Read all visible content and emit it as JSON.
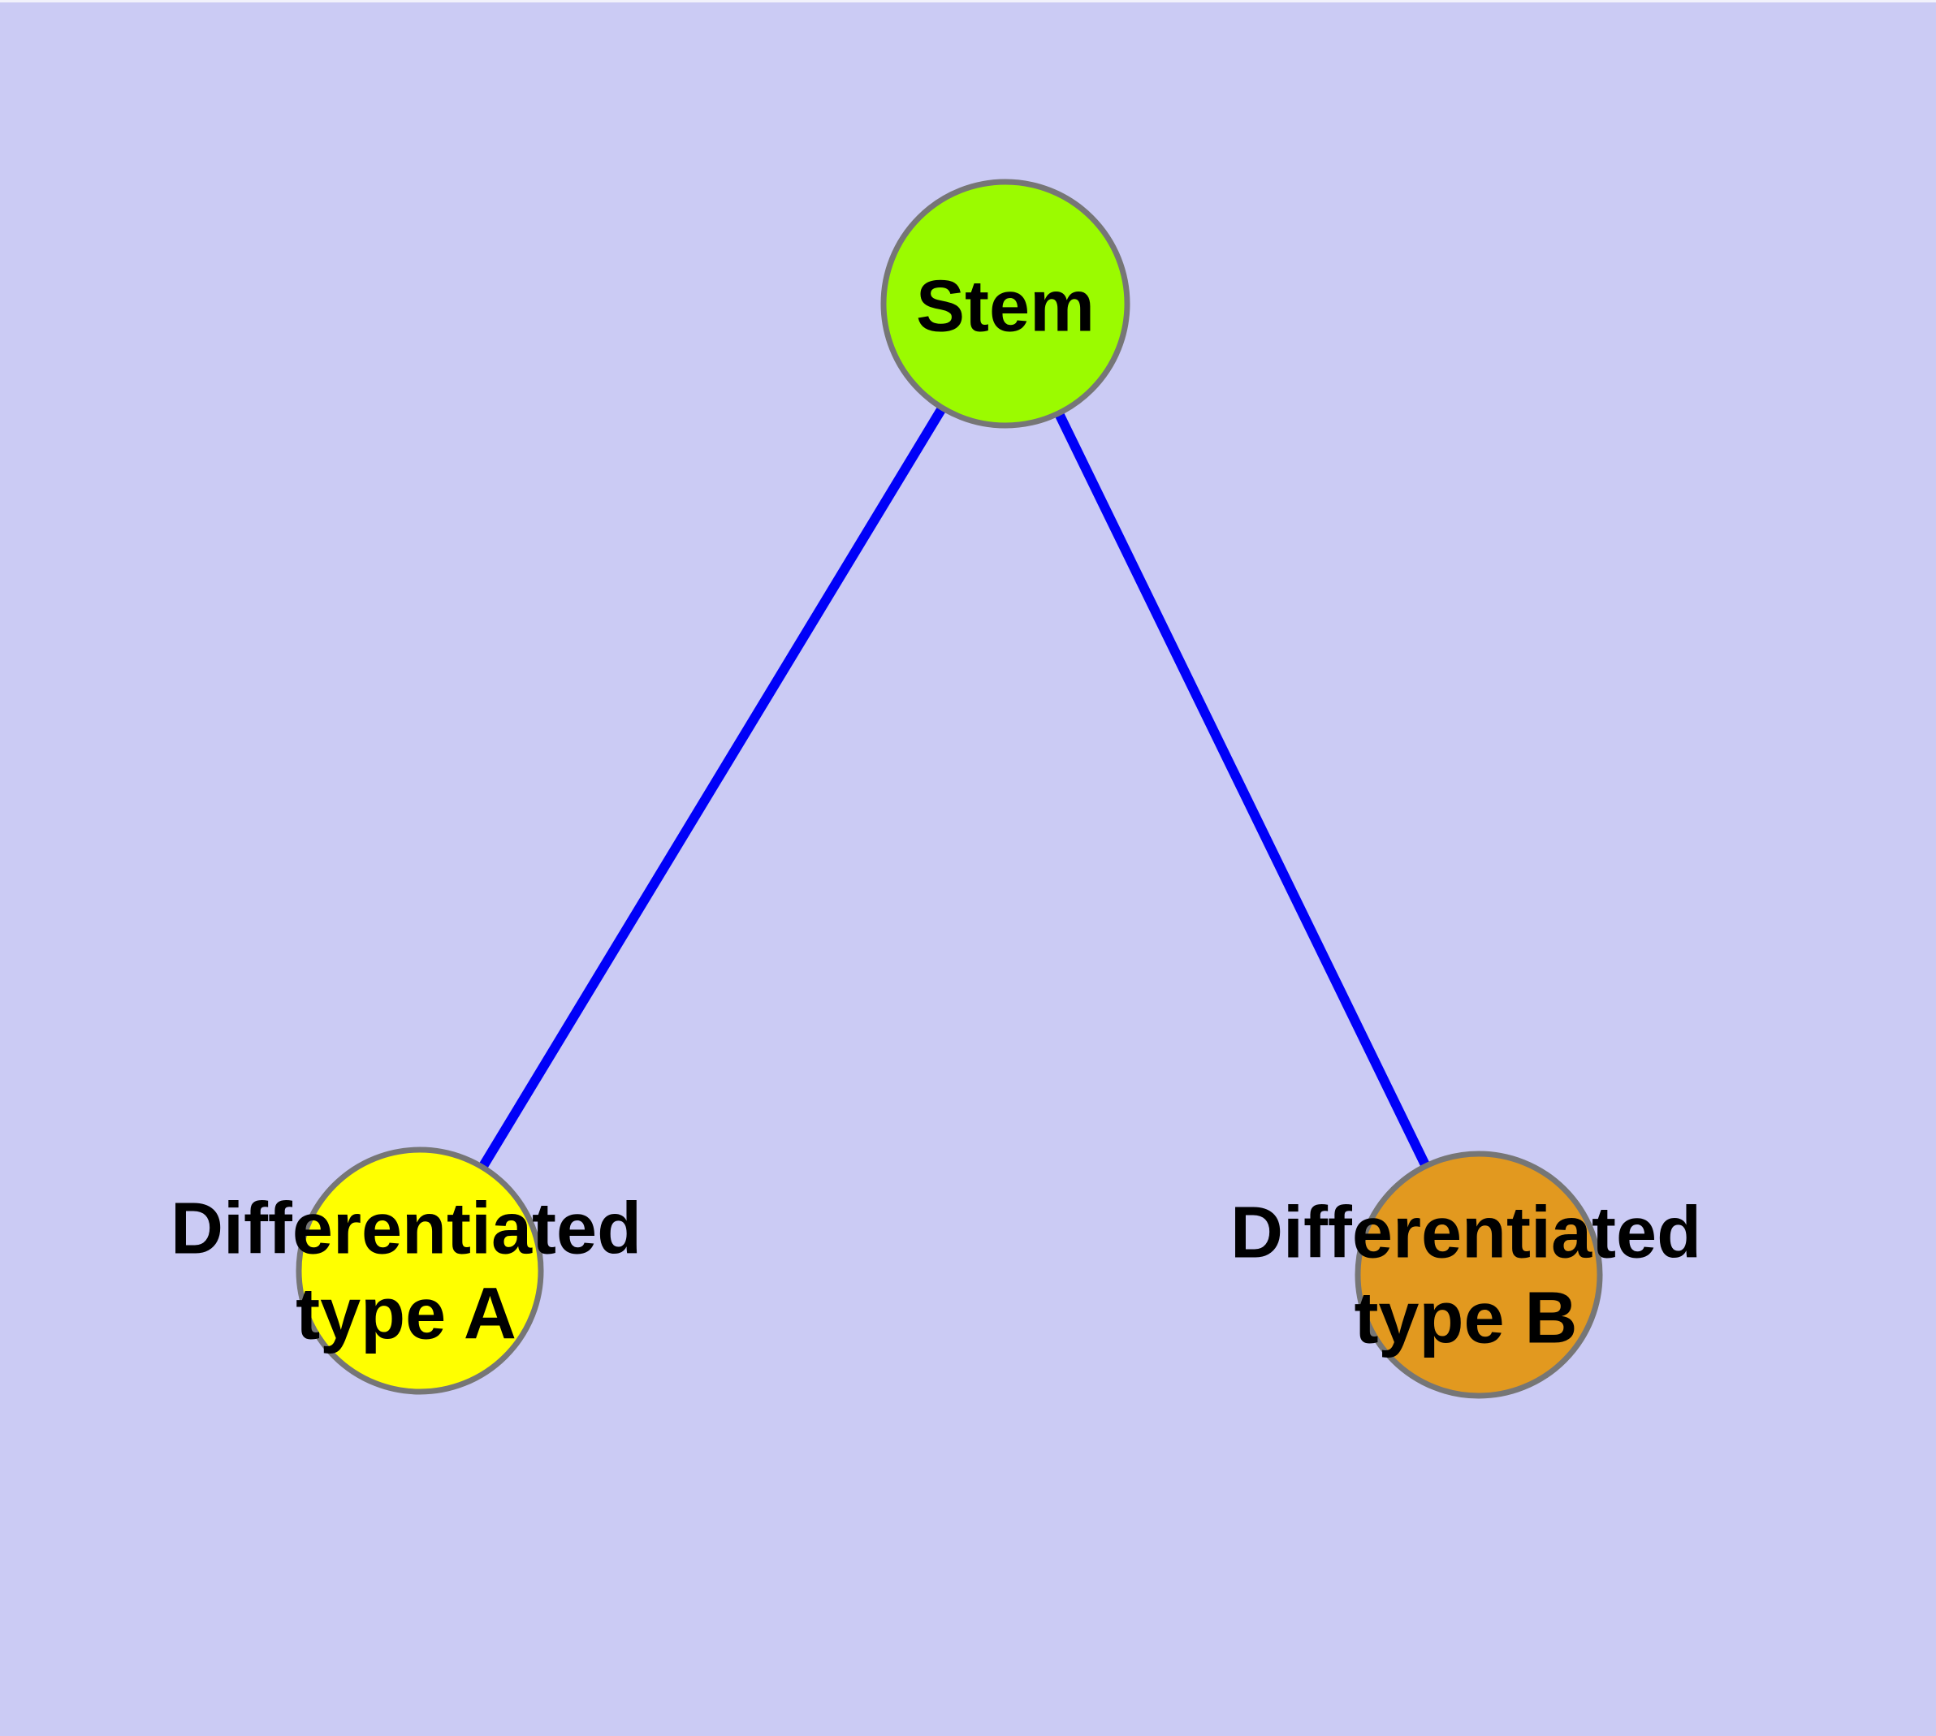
{
  "diagram": {
    "type": "node-link-graph",
    "colors": {
      "background": "#cbcbf4",
      "edge": "#0000f8",
      "node_border": "#767676",
      "label_text": "#000000"
    },
    "nodes": {
      "stem": {
        "label": "Stem",
        "color": "#9bfb00"
      },
      "type_a": {
        "label": "Differentiated\ntype A",
        "color": "#ffff00"
      },
      "type_b": {
        "label": "Differentiated\ntype B",
        "color": "#e2991f"
      }
    },
    "edges": [
      {
        "from": "Stem",
        "to": "Differentiated type A"
      },
      {
        "from": "Stem",
        "to": "Differentiated type B"
      }
    ]
  }
}
